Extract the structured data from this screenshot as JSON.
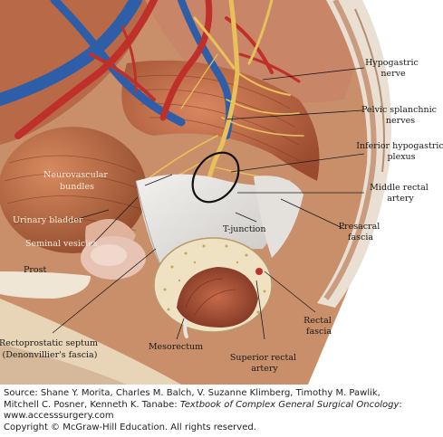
{
  "illustration": {
    "labels": {
      "hypogastric_nerve": [
        "Hypogastric",
        "nerve"
      ],
      "pelvic_splanchnic_nerves": [
        "Pelvic splanchnic",
        "nerves"
      ],
      "inferior_hypogastric_plexus": [
        "Inferior hypogastric",
        "plexus"
      ],
      "middle_rectal_artery": [
        "Middle rectal",
        "artery"
      ],
      "presacral_fascia": [
        "Presacral",
        "fascia"
      ],
      "rectal_fascia": [
        "Rectal",
        "fascia"
      ],
      "superior_rectal_artery": [
        "Superior rectal",
        "artery"
      ],
      "mesorectum": [
        "Mesorectum"
      ],
      "rectoprostatic_septum": [
        "Rectoprostatic septum",
        "(Denonvillier's fascia)"
      ],
      "neurovascular_bundles": [
        "Neurovascular",
        "bundles"
      ],
      "urinary_bladder": [
        "Urinary bladder"
      ],
      "seminal_vesicles": [
        "Seminal vesicles"
      ],
      "prostate": [
        "Prost"
      ],
      "t_junction": [
        "T-junction"
      ]
    }
  },
  "source": {
    "line1_prefix": "Source: Shane Y. Morita, Charles M. Balch, V. Suzanne Klimberg, Timothy M. Pawlik,",
    "line2_prefix": "Mitchell C. Posner, Kenneth K. Tanabe: ",
    "book_title": "Textbook of Complex General Surgical Oncology",
    "line2_suffix": ":",
    "url": "www.accesssurgery.com",
    "copyright": "Copyright © McGraw-Hill Education. All rights reserved."
  }
}
